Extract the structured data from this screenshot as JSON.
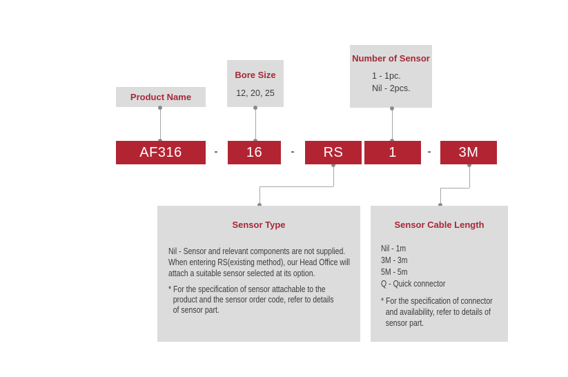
{
  "labels": {
    "product_name": {
      "title": "Product Name"
    },
    "bore_size": {
      "title": "Bore Size",
      "value": "12, 20, 25"
    },
    "number_of_sensor": {
      "title": "Number of Sensor",
      "options": [
        "1 - 1pc.",
        "Nil - 2pcs."
      ]
    }
  },
  "code": {
    "segments": {
      "product": "AF316",
      "bore": "16",
      "sensor_type": "RS",
      "sensor_count": "1",
      "cable_length": "3M"
    },
    "separator": "-"
  },
  "notes": {
    "sensor_type": {
      "title": "Sensor Type",
      "description_lines": [
        "Nil - Sensor and relevant components are not supplied.",
        "When entering RS(existing method), our Head Office will",
        "attach a suitable sensor selected at its option."
      ],
      "footnote_lines": [
        "* For the specification of sensor attachable to the",
        "product and the sensor order code, refer to details",
        "of sensor part."
      ]
    },
    "cable_length": {
      "title": "Sensor Cable Length",
      "options": [
        "Nil - 1m",
        "3M - 3m",
        "5M - 5m",
        "Q - Quick connector"
      ],
      "footnote_lines": [
        "* For the specification of connector",
        "and availability, refer to details of",
        "sensor part."
      ]
    }
  },
  "colors": {
    "code_box_red": "#b32433",
    "heading_red": "#a72837",
    "panel_gray": "#dcdcdc",
    "connector_gray": "#a6a6a6",
    "body_text": "#3b3b3b",
    "separator_text": "#555555"
  }
}
